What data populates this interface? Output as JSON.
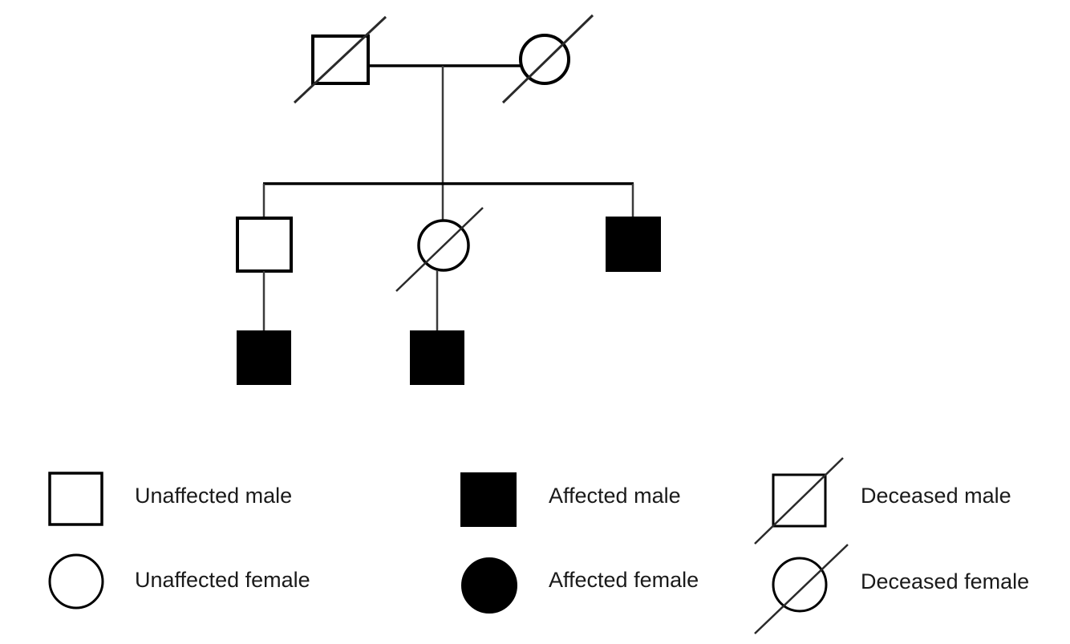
{
  "diagram": {
    "type": "pedigree-chart",
    "background_color": "#ffffff",
    "line_color": "#000000",
    "filled_color": "#000000",
    "open_color": "#ffffff",
    "generations": [
      {
        "id": "I",
        "members": [
          {
            "id": "I-1",
            "shape": "square",
            "sex": "male",
            "affected": false,
            "deceased": true,
            "label": "Deceased male"
          },
          {
            "id": "I-2",
            "shape": "circle",
            "sex": "female",
            "affected": false,
            "deceased": true,
            "label": "Deceased female"
          }
        ]
      },
      {
        "id": "II",
        "members": [
          {
            "id": "II-1",
            "shape": "square",
            "sex": "male",
            "affected": false,
            "deceased": false,
            "label": "Unaffected male"
          },
          {
            "id": "II-2",
            "shape": "circle",
            "sex": "female",
            "affected": false,
            "deceased": true,
            "label": "Deceased female"
          },
          {
            "id": "II-3",
            "shape": "square",
            "sex": "male",
            "affected": true,
            "deceased": false,
            "label": "Affected male"
          }
        ]
      },
      {
        "id": "III",
        "members": [
          {
            "id": "III-1",
            "shape": "square",
            "sex": "male",
            "affected": true,
            "deceased": false,
            "label": "Affected male"
          },
          {
            "id": "III-2",
            "shape": "square",
            "sex": "male",
            "affected": true,
            "deceased": false,
            "label": "Affected male"
          }
        ]
      }
    ]
  },
  "legend": {
    "rows": [
      {
        "columns": [
          {
            "key": "unaffected-male",
            "symbol": "square-open",
            "label": "Unaffected male"
          },
          {
            "key": "affected-male",
            "symbol": "square-filled",
            "label": "Affected male"
          },
          {
            "key": "deceased-male",
            "symbol": "square-slashed",
            "label": "Deceased male"
          }
        ]
      },
      {
        "columns": [
          {
            "key": "unaffected-female",
            "symbol": "circle-open",
            "label": "Unaffected female"
          },
          {
            "key": "affected-female",
            "symbol": "circle-filled",
            "label": "Affected female"
          },
          {
            "key": "deceased-female",
            "symbol": "circle-slashed",
            "label": "Deceased female"
          }
        ]
      }
    ]
  }
}
